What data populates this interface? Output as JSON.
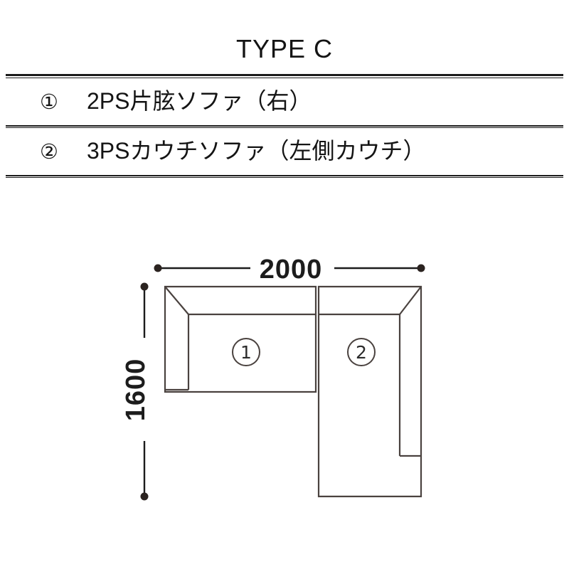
{
  "header": {
    "title": "TYPE C"
  },
  "spec_table": {
    "rows": [
      {
        "number": "①",
        "label": "2PS片胘ソファ（右）"
      },
      {
        "number": "②",
        "label": "3PSカウチソファ（左側カウチ）"
      }
    ]
  },
  "diagram": {
    "width_dimension": "2000",
    "depth_dimension": "1600",
    "callouts": [
      {
        "id": "1",
        "glyph": "1"
      },
      {
        "id": "2",
        "glyph": "2"
      }
    ],
    "colors": {
      "outline": "#4a423f",
      "dimension": "#1c1c1c",
      "rule": "#1c1c1c",
      "text": "#141414",
      "background": "#ffffff"
    }
  }
}
